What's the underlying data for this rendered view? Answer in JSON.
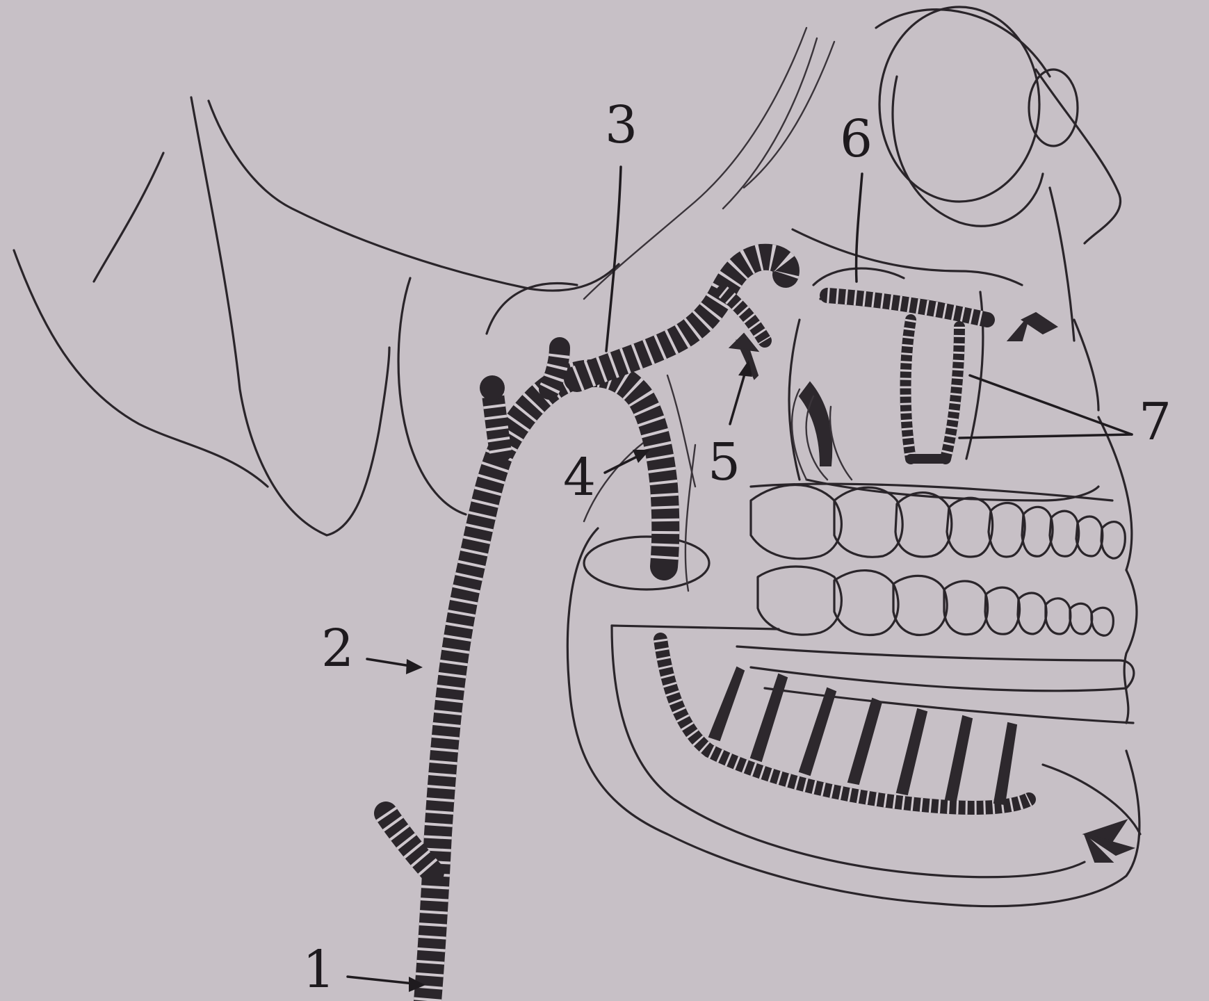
{
  "labels": {
    "l1": "1",
    "l2": "2",
    "l3": "3",
    "l4": "4",
    "l5": "5",
    "l6": "6",
    "l7": "7"
  },
  "colors": {
    "paper": "#c7c0c6",
    "ink": "#2a252a"
  }
}
